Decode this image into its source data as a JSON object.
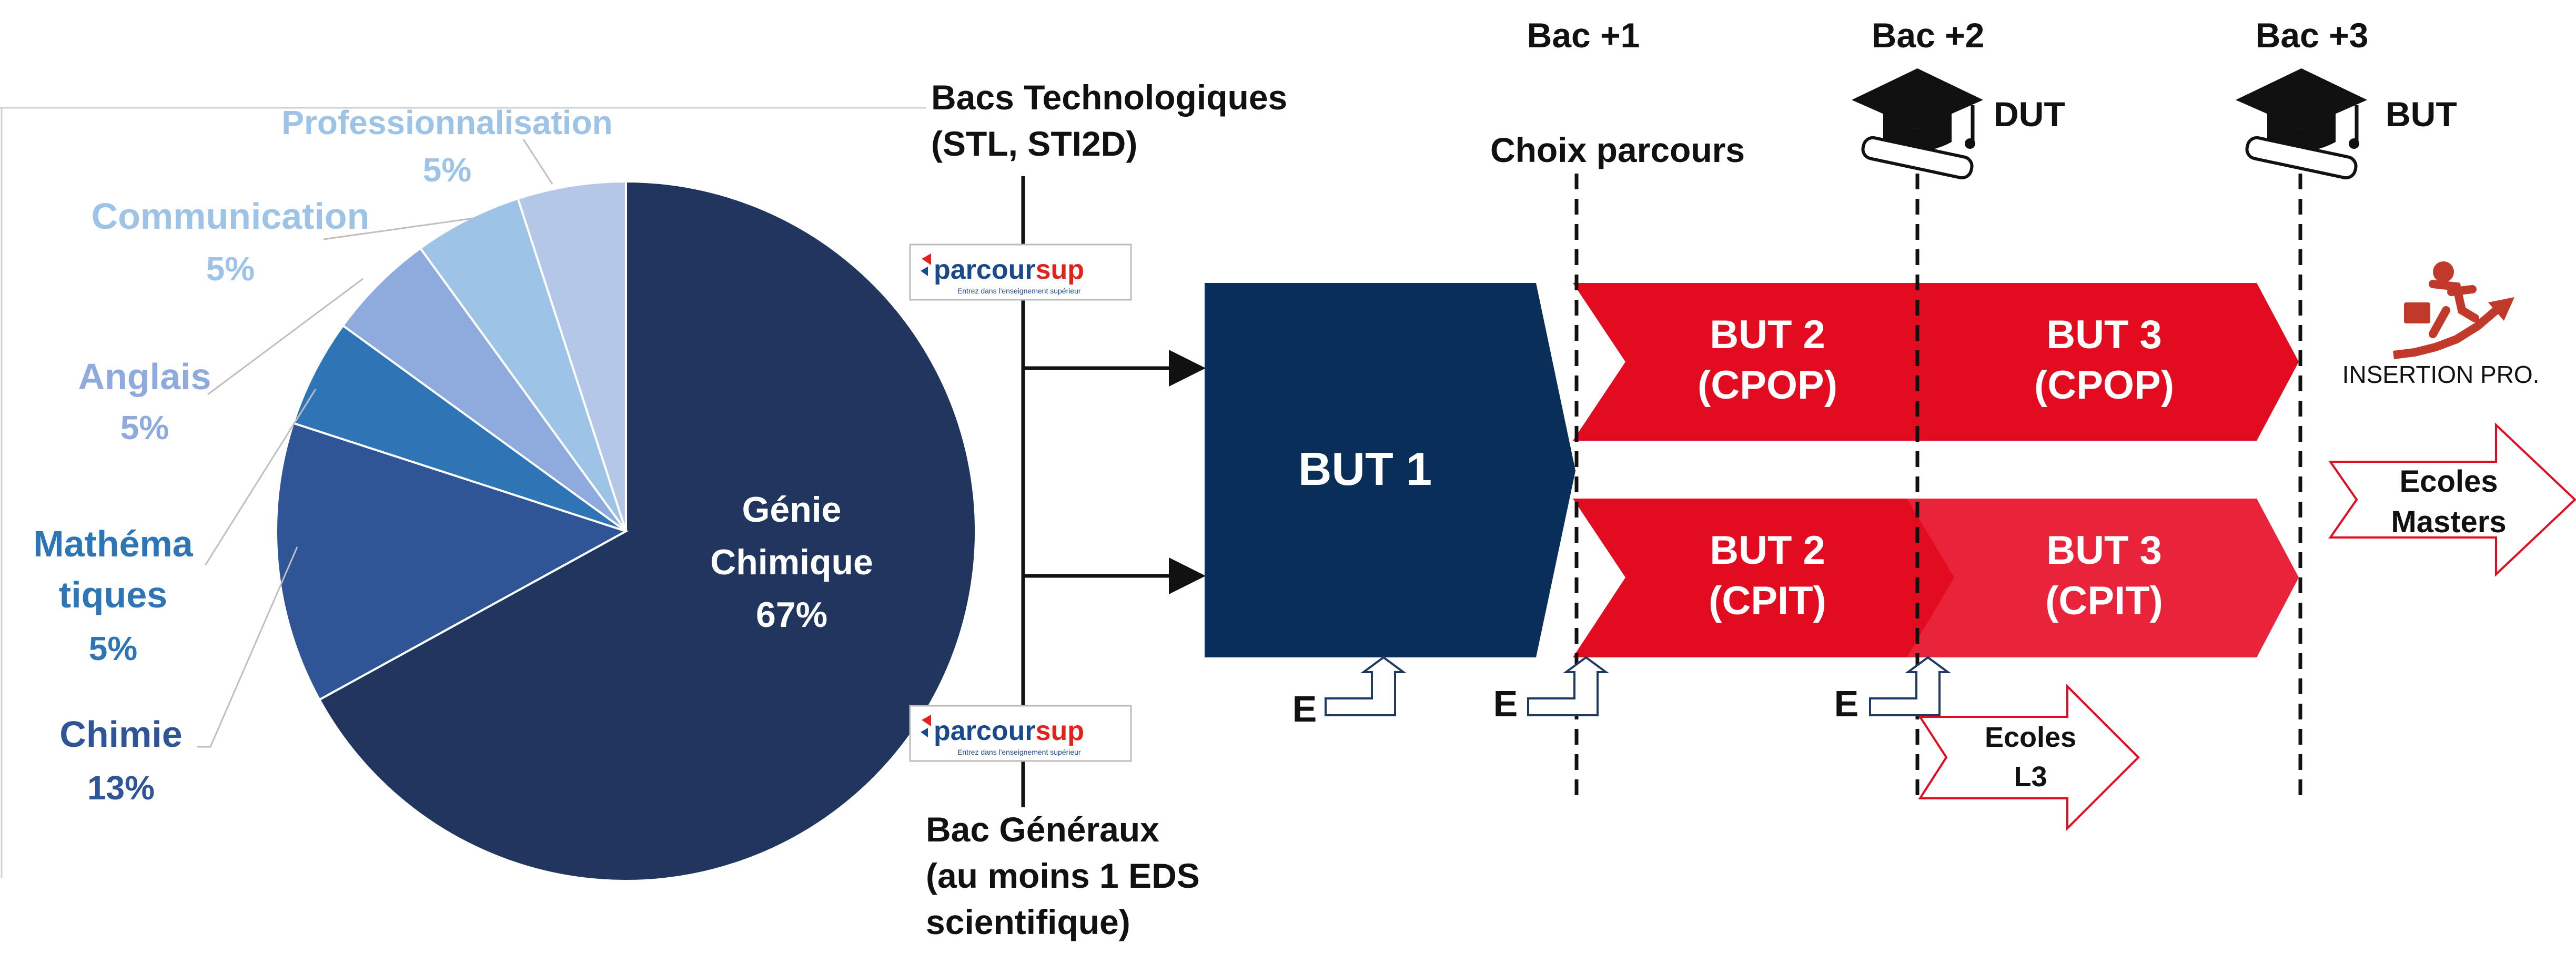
{
  "chart_data": {
    "type": "pie",
    "title": "",
    "slices": [
      {
        "label": "Génie Chimique",
        "value": 67,
        "display": "67%",
        "color": "#20365f"
      },
      {
        "label": "Chimie",
        "value": 13,
        "display": "13%",
        "color": "#2f5597"
      },
      {
        "label": "Mathéma tiques",
        "value": 5,
        "display": "5%",
        "color": "#2e75b6"
      },
      {
        "label": "Anglais",
        "value": 5,
        "display": "5%",
        "color": "#8faadc"
      },
      {
        "label": "Communication",
        "value": 5,
        "display": "5%",
        "color": "#9dc3e6"
      },
      {
        "label": "Professionnalisation",
        "value": 5,
        "display": "5%",
        "color": "#b4c7e7"
      }
    ]
  },
  "colors": {
    "navy": "#0a2e5a",
    "red": "#e30b1f",
    "red_light": "#e8233a",
    "text": "#111111"
  },
  "diagram": {
    "entry_top": {
      "line1": "Bacs Technologiques",
      "line2": "(STL, STI2D)"
    },
    "entry_bottom": {
      "line1": "Bac Généraux",
      "line2": "(au moins 1 EDS",
      "line3": "scientifique)"
    },
    "parcoursup": {
      "pre": "parcour",
      "post": "sup",
      "tagline": "Entrez dans l'enseignement supérieur"
    },
    "levels": {
      "bac1": "Bac +1",
      "bac2": "Bac +2",
      "bac3": "Bac +3"
    },
    "choix": "Choix parcours",
    "diploma_dut": "DUT",
    "diploma_but": "BUT",
    "but1": "BUT 1",
    "but2_cpop": {
      "l1": "BUT 2",
      "l2": "(CPOP)"
    },
    "but3_cpop": {
      "l1": "BUT 3",
      "l2": "(CPOP)"
    },
    "but2_cpit": {
      "l1": "BUT 2",
      "l2": "(CPIT)"
    },
    "but3_cpit": {
      "l1": "BUT 3",
      "l2": "(CPIT)"
    },
    "insertion": "INSERTION PRO.",
    "ecoles_masters": {
      "l1": "Ecoles",
      "l2": "Masters"
    },
    "ecoles_l3": {
      "l1": "Ecoles",
      "l2": "L3"
    },
    "e_label": "E"
  }
}
